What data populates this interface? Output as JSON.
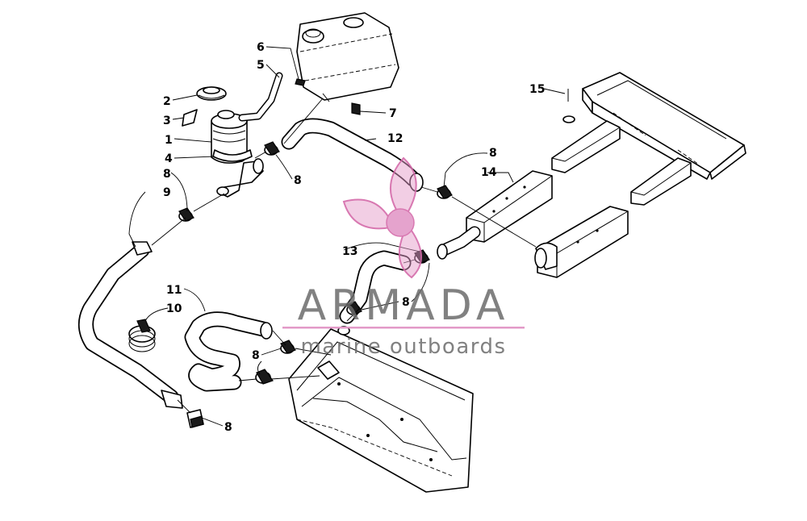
{
  "watermark": {
    "brand": "ARMADA",
    "tagline": "marine outboards",
    "brand_color": "#6b6b6b",
    "accent_color": "#e39ac8"
  },
  "callouts": {
    "c1": "1",
    "c2": "2",
    "c3": "3",
    "c4": "4",
    "c5": "5",
    "c6": "6",
    "c7": "7",
    "c8": "8",
    "c9": "9",
    "c10": "10",
    "c11": "11",
    "c12": "12",
    "c13": "13",
    "c14": "14",
    "c15": "15"
  }
}
